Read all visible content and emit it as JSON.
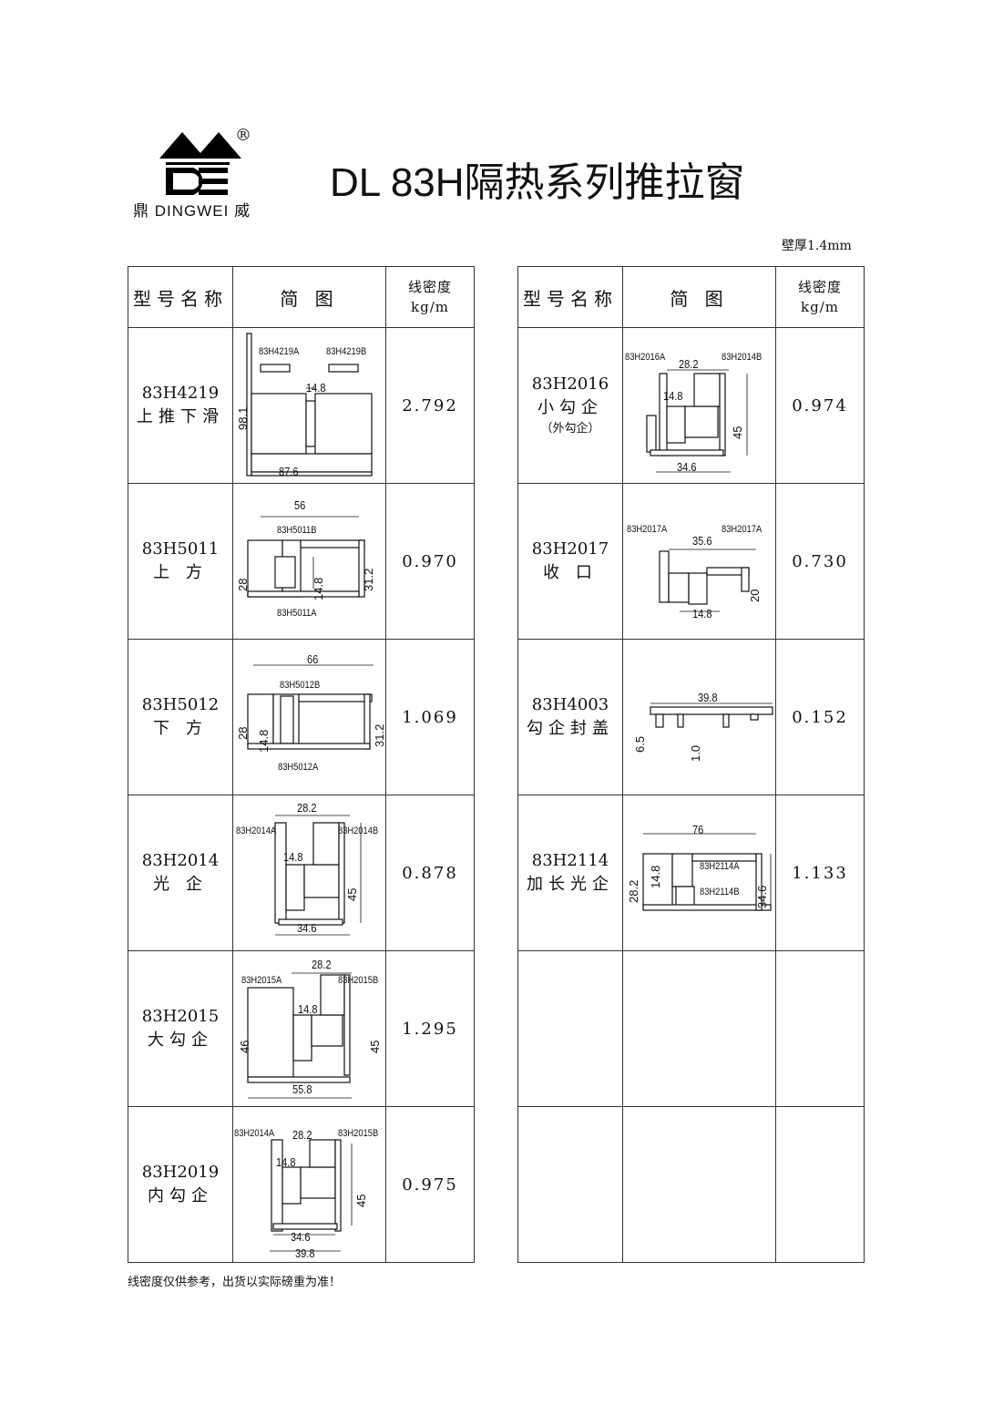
{
  "brand": {
    "logo_text": "DINGWEI",
    "logo_cn_left": "鼎",
    "logo_cn_right": "威",
    "registered": "®"
  },
  "title": "DL 83H隔热系列推拉窗",
  "wall_thickness": "壁厚1.4mm",
  "headers": {
    "model": "型号名称",
    "diagram": "简 图",
    "density_line1": "线密度",
    "density_line2": "kg/m"
  },
  "left_table": [
    {
      "model": "83H4219",
      "name": "上推下滑",
      "density": "2.792",
      "labels": [
        "83H4219A",
        "83H4219B",
        "14.8",
        "98.1",
        "87.6"
      ]
    },
    {
      "model": "83H5011",
      "name": "上 方",
      "density": "0.970",
      "labels": [
        "56",
        "83H5011B",
        "28",
        "14.8",
        "31.2",
        "83H5011A"
      ]
    },
    {
      "model": "83H5012",
      "name": "下 方",
      "density": "1.069",
      "labels": [
        "66",
        "83H5012B",
        "28",
        "14.8",
        "31.2",
        "83H5012A"
      ]
    },
    {
      "model": "83H2014",
      "name": "光 企",
      "density": "0.878",
      "labels": [
        "28.2",
        "83H2014A",
        "83H2014B",
        "14.8",
        "45",
        "34.6"
      ]
    },
    {
      "model": "83H2015",
      "name": "大勾企",
      "density": "1.295",
      "labels": [
        "28.2",
        "83H2015A",
        "83H2015B",
        "14.8",
        "46",
        "45",
        "55.8"
      ]
    },
    {
      "model": "83H2019",
      "name": "内勾企",
      "density": "0.975",
      "labels": [
        "83H2014A",
        "28.2",
        "83H2015B",
        "14.8",
        "45",
        "34.6",
        "39.8"
      ]
    }
  ],
  "right_table": [
    {
      "model": "83H2016",
      "name": "小勾企",
      "sub": "（外勾企）",
      "density": "0.974",
      "labels": [
        "83H2016A",
        "83H2014B",
        "28.2",
        "14.8",
        "45",
        "34.6"
      ]
    },
    {
      "model": "83H2017",
      "name": "收 口",
      "density": "0.730",
      "labels": [
        "83H2017A",
        "83H2017A",
        "35.6",
        "20",
        "14.8"
      ]
    },
    {
      "model": "83H4003",
      "name": "勾企封盖",
      "density": "0.152",
      "labels": [
        "39.8",
        "6.5",
        "1.0"
      ]
    },
    {
      "model": "83H2114",
      "name": "加长光企",
      "density": "1.133",
      "labels": [
        "76",
        "14.8",
        "28.2",
        "83H2114A",
        "83H2114B",
        "34.6"
      ]
    },
    {
      "model": "",
      "name": "",
      "density": "",
      "labels": []
    },
    {
      "model": "",
      "name": "",
      "density": "",
      "labels": []
    }
  ],
  "footnote": "线密度仅供参考，出货以实际磅重为准！"
}
